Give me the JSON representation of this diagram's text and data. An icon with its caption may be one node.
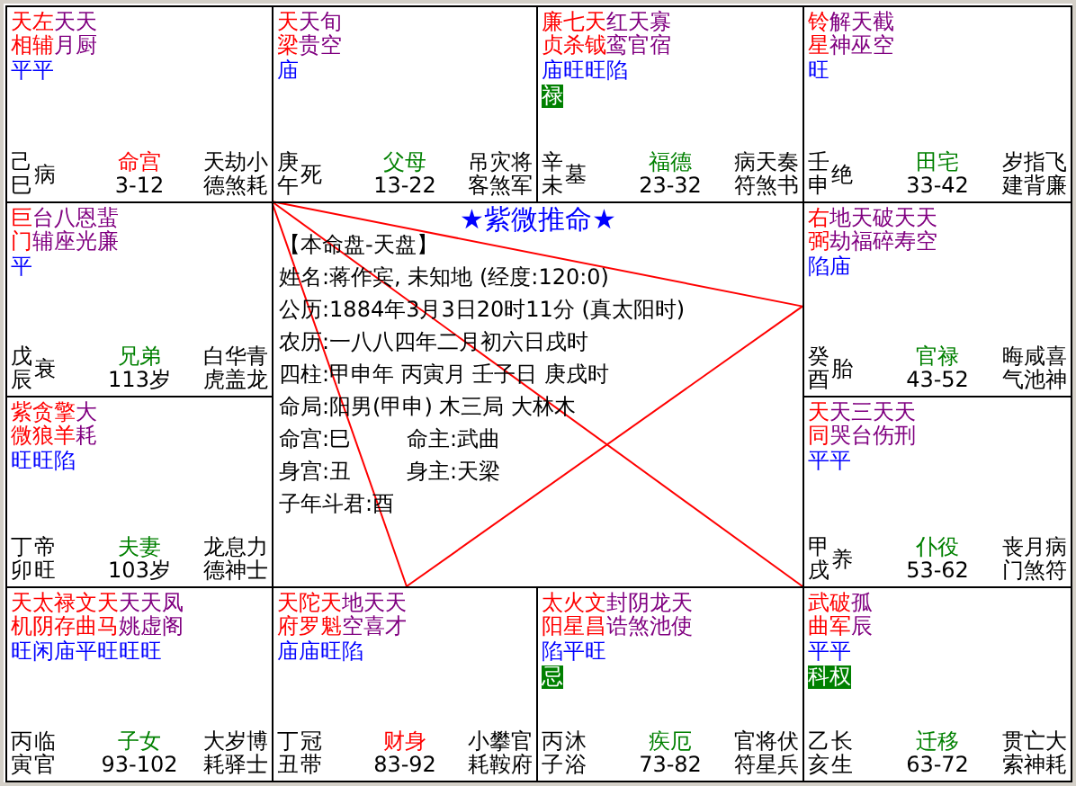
{
  "diagram": {
    "nodes": [
      {
        "text": [
          "天相",
          "左辅",
          "天月",
          "天厨",
          "平平",
          "己巳",
          "病",
          "命宫",
          "3-12",
          "天德",
          "劫煞",
          "小耗"
        ]
      },
      {
        "text": [
          "天梁",
          "天贵",
          "旬空",
          "庙",
          "庚午",
          "死",
          "父母",
          "13-22",
          "吊客",
          "灾煞",
          "将军"
        ]
      },
      {
        "text": [
          "廉贞",
          "七杀",
          "天钺",
          "红鸾",
          "天官",
          "寡宿",
          "庙旺旺陷",
          "禄",
          "辛未",
          "墓",
          "福德",
          "23-32",
          "病符",
          "天煞",
          "奏书"
        ]
      },
      {
        "text": [
          "铃星",
          "解神",
          "天巫",
          "截空",
          "旺",
          "壬申",
          "绝",
          "田宅",
          "33-42",
          "岁建",
          "指背",
          "飞廉"
        ]
      },
      {
        "text": [
          "巨门",
          "台辅",
          "八座",
          "恩光",
          "蜚廉",
          "平",
          "戊辰",
          "衰",
          "兄弟",
          "113岁",
          "白虎",
          "华盖",
          "青龙"
        ]
      },
      {
        "text": [
          "右弼",
          "地劫",
          "天福",
          "破碎",
          "天寿",
          "天空",
          "陷庙",
          "癸酉",
          "胎",
          "官禄",
          "43-52",
          "晦气",
          "咸池",
          "喜神"
        ]
      },
      {
        "text": [
          "紫微",
          "贪狼",
          "擎羊",
          "大耗",
          "旺旺陷",
          "丁卯",
          "帝旺",
          "夫妻",
          "103岁",
          "龙德",
          "息神",
          "力士"
        ]
      },
      {
        "text": [
          "天同",
          "天哭",
          "三台",
          "天伤",
          "天刑",
          "平平",
          "甲戌",
          "养",
          "仆役",
          "53-62",
          "丧门",
          "月煞",
          "病符"
        ]
      },
      {
        "text": [
          "天机",
          "太阴",
          "禄存",
          "文曲",
          "天马",
          "天姚",
          "天虚",
          "凤阁",
          "旺闲庙平旺旺旺",
          "丙寅",
          "临官",
          "子女",
          "93-102",
          "大耗",
          "岁驿",
          "博士"
        ]
      },
      {
        "text": [
          "天府",
          "陀罗",
          "天魁",
          "地空",
          "天喜",
          "天才",
          "庙庙旺陷",
          "丁丑",
          "冠带",
          "财身",
          "83-92",
          "小耗",
          "攀鞍",
          "官府"
        ]
      },
      {
        "text": [
          "太阳",
          "火星",
          "文昌",
          "封诰",
          "阴煞",
          "龙池",
          "天使",
          "陷平旺",
          "忌",
          "丙子",
          "沐浴",
          "疾厄",
          "73-82",
          "官符",
          "将星",
          "伏兵"
        ]
      },
      {
        "text": [
          "武曲",
          "破军",
          "孤辰",
          "平平",
          "科权",
          "乙亥",
          "长生",
          "迁移",
          "63-72",
          "贯索",
          "亡神",
          "大耗"
        ]
      }
    ],
    "edges": [
      {
        "from": 0,
        "to": 5,
        "arrow": "none"
      },
      {
        "from": 0,
        "to": 9,
        "arrow": "none"
      },
      {
        "from": 9,
        "to": 5,
        "arrow": "none"
      },
      {
        "from": 0,
        "to": 11,
        "arrow": "none"
      }
    ],
    "labels": [
      "★紫微推命★",
      "【本命盘-天盘】",
      "姓名:蒋作宾, 未知地 (经度:120:0)",
      "公历:1884年3月3日20时11分 (真太阳时)",
      "农历:一八八四年二月初六日戌时",
      "四柱:甲申年 丙寅月 壬子日 庚戌时",
      "命局:阳男(甲申) 木三局 大林木",
      "命宫:巳",
      "命主:武曲",
      "身宫:丑",
      "身主:天梁",
      "子年斗君:酉"
    ]
  }
}
